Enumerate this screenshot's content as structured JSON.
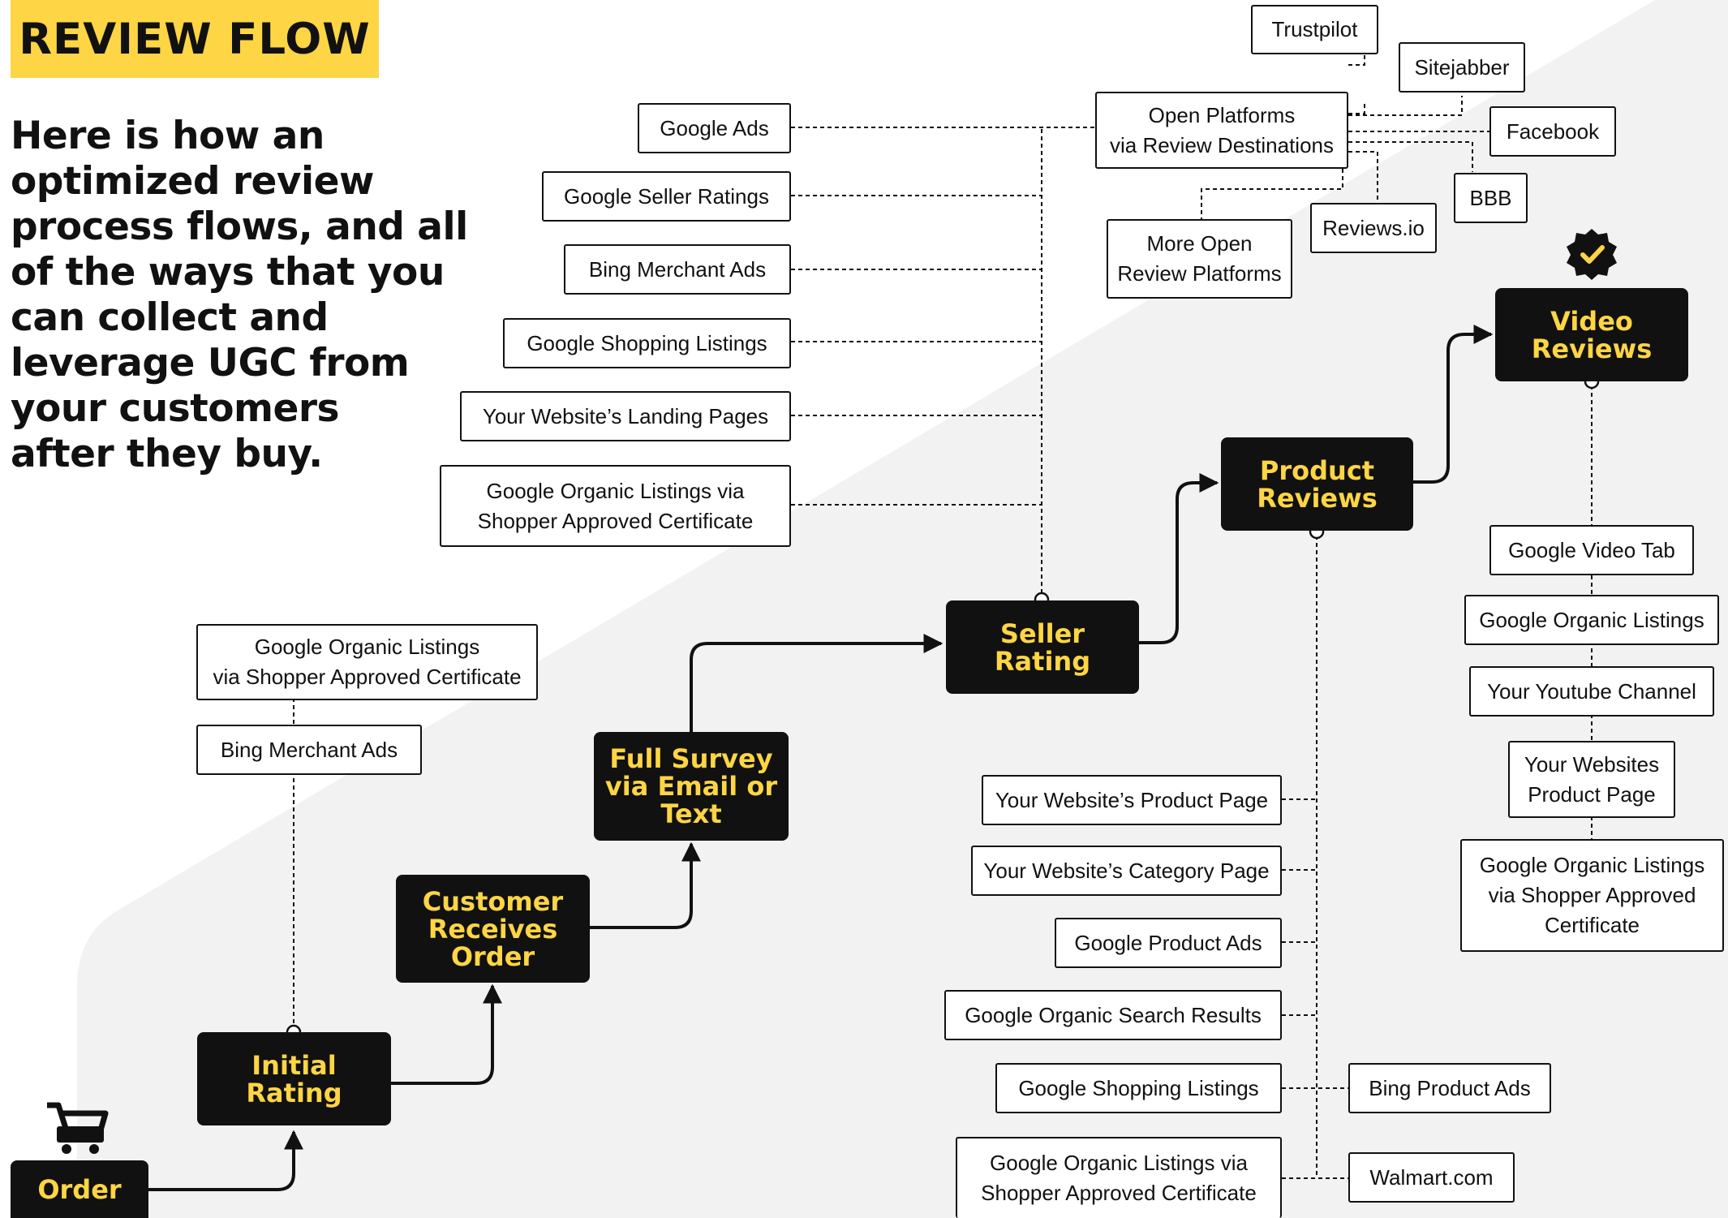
{
  "title": "REVIEW FLOW",
  "intro_lines": [
    "Here is how an",
    "optimized review",
    "process flows, and all",
    "of the ways that you",
    "can collect and",
    "leverage UGC from",
    "your customers",
    "after they buy."
  ],
  "stages": {
    "order": [
      "Order"
    ],
    "initial_rating": [
      "Initial",
      "Rating"
    ],
    "customer_receives": [
      "Customer",
      "Receives",
      "Order"
    ],
    "full_survey": [
      "Full Survey",
      "via Email or",
      "Text"
    ],
    "seller_rating": [
      "Seller",
      "Rating"
    ],
    "product_reviews": [
      "Product",
      "Reviews"
    ],
    "video_reviews": [
      "Video",
      "Reviews"
    ]
  },
  "initial_rating_destinations": [
    [
      "Google Organic Listings",
      "via Shopper Approved Certificate"
    ],
    [
      "Bing Merchant Ads"
    ]
  ],
  "seller_rating_destinations": [
    [
      "Google Ads"
    ],
    [
      "Google Seller Ratings"
    ],
    [
      "Bing Merchant Ads"
    ],
    [
      "Google Shopping Listings"
    ],
    [
      "Your Website’s Landing Pages"
    ],
    [
      "Google Organic Listings via",
      "Shopper Approved Certificate"
    ]
  ],
  "open_platforms": {
    "hub": [
      "Open Platforms",
      "via Review Destinations"
    ],
    "trustpilot": "Trustpilot",
    "sitejabber": "Sitejabber",
    "facebook": "Facebook",
    "bbb": "BBB",
    "reviews_io": "Reviews.io",
    "more_open": [
      "More Open",
      "Review Platforms"
    ]
  },
  "product_review_destinations": [
    [
      "Your Website’s Product Page"
    ],
    [
      "Your Website’s Category Page"
    ],
    [
      "Google Product Ads"
    ],
    [
      "Google Organic Search Results"
    ],
    [
      "Google Shopping Listings"
    ],
    [
      "Google Organic Listings via",
      "Shopper Approved Certificate"
    ]
  ],
  "product_review_side_destinations": {
    "bing_product_ads": "Bing Product Ads",
    "walmart": "Walmart.com"
  },
  "video_review_destinations": [
    [
      "Google Video Tab"
    ],
    [
      "Google Organic Listings"
    ],
    [
      "Your Youtube Channel"
    ],
    [
      "Your Websites",
      "Product Page"
    ],
    [
      "Google Organic Listings",
      "via Shopper Approved",
      "Certificate"
    ]
  ],
  "icons": {
    "cart": "shopping-cart-icon",
    "verified": "verified-badge-icon"
  },
  "colors": {
    "accent_yellow": "#fed544",
    "stage_black": "#111111",
    "background_band": "#f2f2f3"
  }
}
